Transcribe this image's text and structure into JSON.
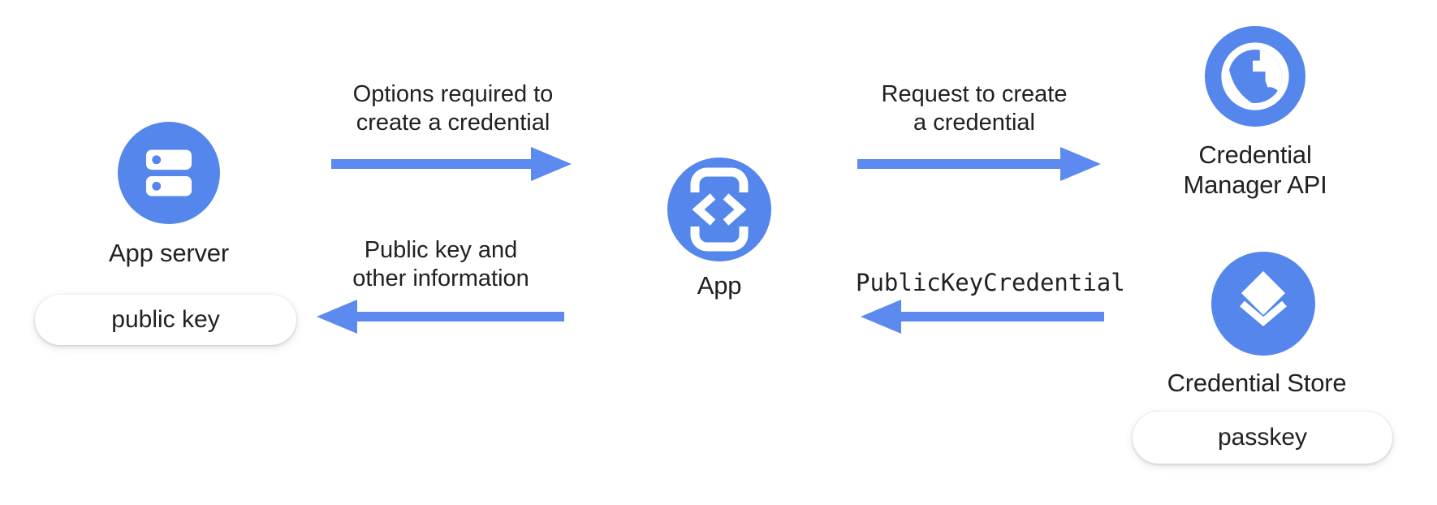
{
  "colors": {
    "node_blue": "#5486EC",
    "arrow_blue": "#5C8AEE",
    "text_dark": "#202124",
    "pill_bg": "#ffffff",
    "canvas_bg": "#ffffff"
  },
  "nodes": {
    "app_server": {
      "label": "App server",
      "icon": "server-icon",
      "badge": "public key"
    },
    "app": {
      "label": "App",
      "icon": "phone-code-icon"
    },
    "credential_manager_api": {
      "label_line1": "Credential",
      "label_line2": "Manager API",
      "icon": "globe-icon"
    },
    "credential_store": {
      "label": "Credential Store",
      "icon": "layers-icon",
      "badge": "passkey"
    }
  },
  "flows": {
    "options": {
      "label_line1": "Options required to",
      "label_line2": "create a credential",
      "direction": "right"
    },
    "request": {
      "label_line1": "Request to create",
      "label_line2": "a credential",
      "direction": "right"
    },
    "public_key_info": {
      "label_line1": "Public key and",
      "label_line2": "other information",
      "direction": "left"
    },
    "public_key_credential": {
      "label": "PublicKeyCredential",
      "direction": "left"
    }
  }
}
